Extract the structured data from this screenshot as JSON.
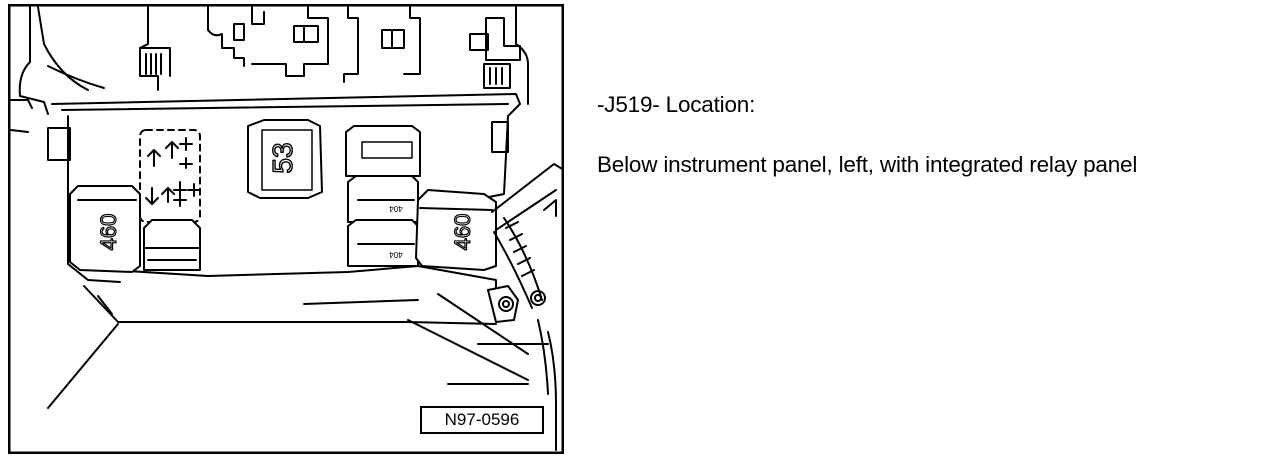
{
  "figure": {
    "reference_label": "N97-0596",
    "relay_labels": {
      "left_relay": "460",
      "center_relay": "53",
      "right_relay": "460",
      "small_relay_upper": "404",
      "small_relay_lower": "404"
    }
  },
  "text": {
    "location_heading": "-J519- Location:",
    "location_description": "Below instrument panel, left, with integrated relay panel"
  }
}
